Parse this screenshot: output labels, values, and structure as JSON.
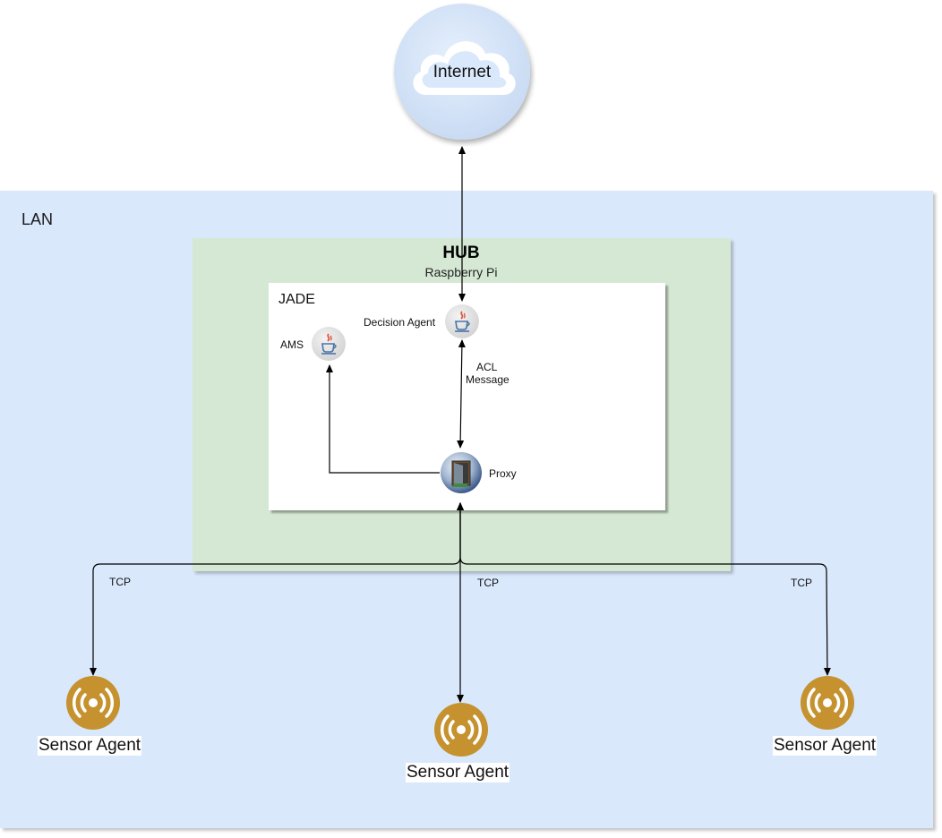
{
  "diagram": {
    "internet": {
      "label": "Internet",
      "icon": "cloud-icon"
    },
    "lan": {
      "label": "LAN"
    },
    "hub": {
      "title": "HUB",
      "subtitle": "Raspberry Pi"
    },
    "jade": {
      "label": "JADE"
    },
    "agents": {
      "ams": {
        "label": "AMS",
        "icon": "java-cup-icon"
      },
      "decision": {
        "label": "Decision Agent",
        "icon": "java-cup-icon"
      },
      "proxy": {
        "label": "Proxy",
        "icon": "proxy-door-icon"
      }
    },
    "edge_labels": {
      "acl_line1": "ACL",
      "acl_line2": "Message",
      "tcp_left": "TCP",
      "tcp_center": "TCP",
      "tcp_right": "TCP"
    },
    "sensors": [
      {
        "label": "Sensor Agent",
        "icon": "radio-signal-icon"
      },
      {
        "label": "Sensor Agent",
        "icon": "radio-signal-icon"
      },
      {
        "label": "Sensor Agent",
        "icon": "radio-signal-icon"
      }
    ],
    "colors": {
      "lan_fill": "#dae8fc",
      "hub_fill": "#d5e8d4",
      "cloud_fill": "#dae8fc",
      "sensor_gold": "#c5922f",
      "java_red": "#e0533c",
      "java_blue": "#4a72a8"
    }
  }
}
